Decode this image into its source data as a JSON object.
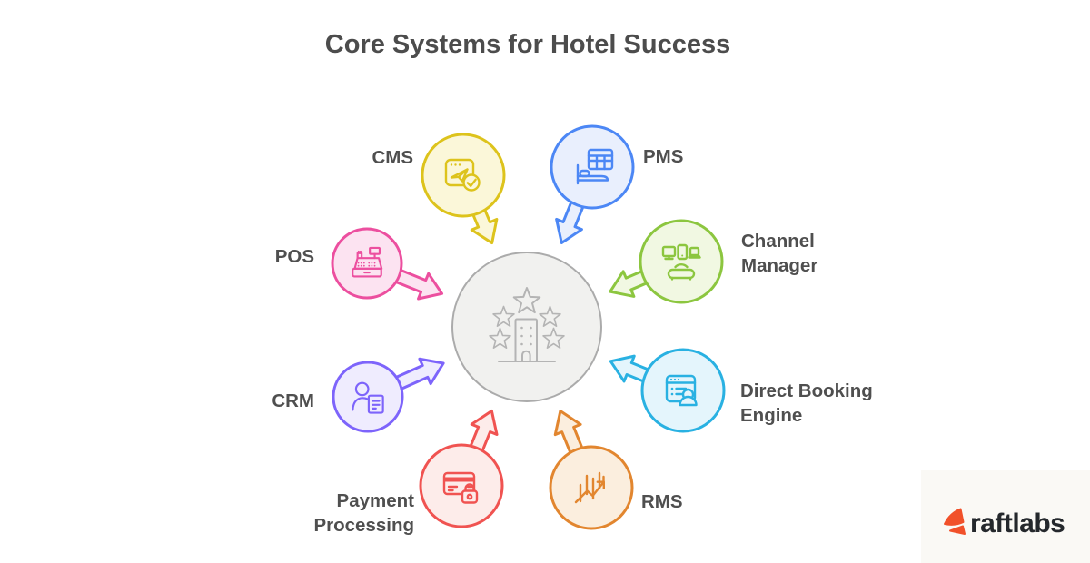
{
  "title": "Core Systems for Hotel Success",
  "colors": {
    "background": "#ffffff",
    "heading_text": "#4c4c4c",
    "label_text": "#4f4f4f"
  },
  "hub": {
    "name": "hotel",
    "icon": "hotel-five-stars-icon",
    "fill": "#f1f1ef",
    "stroke": "#ababab",
    "icon_stroke": "#b4b4b4"
  },
  "nodes": [
    {
      "id": "cms",
      "label": "CMS",
      "lines": [
        "CMS"
      ],
      "icon": "cms-website-publish-check-icon",
      "color": "#ddc31c",
      "fill": "#fbf7d9"
    },
    {
      "id": "pms",
      "label": "PMS",
      "lines": [
        "PMS"
      ],
      "icon": "pms-grid-bed-icon",
      "color": "#4c87f5",
      "fill": "#e9effd"
    },
    {
      "id": "channel-manager",
      "label": "Channel Manager",
      "lines": [
        "Channel",
        "Manager"
      ],
      "icon": "devices-router-icon",
      "color": "#8cc63f",
      "fill": "#f1f8e2"
    },
    {
      "id": "direct-booking-engine",
      "label": "Direct Booking Engine",
      "lines": [
        "Direct Booking",
        "Engine"
      ],
      "icon": "booking-window-user-icon",
      "color": "#29b1e2",
      "fill": "#e4f5fc"
    },
    {
      "id": "rms",
      "label": "RMS",
      "lines": [
        "RMS"
      ],
      "icon": "revenue-trend-chart-icon",
      "color": "#e2862f",
      "fill": "#fbeede"
    },
    {
      "id": "payment-processing",
      "label": "Payment Processing",
      "lines": [
        "Payment",
        "Processing"
      ],
      "icon": "credit-card-lock-icon",
      "color": "#f05351",
      "fill": "#fdecea"
    },
    {
      "id": "crm",
      "label": "CRM",
      "lines": [
        "CRM"
      ],
      "icon": "customer-profile-document-icon",
      "color": "#7d64fb",
      "fill": "#efecfe"
    },
    {
      "id": "pos",
      "label": "POS",
      "lines": [
        "POS"
      ],
      "icon": "cash-register-icon",
      "color": "#ec4f9f",
      "fill": "#fce3f1"
    }
  ],
  "logo": {
    "brand": "raftlabs",
    "mark": "raftlabs-sail-mark",
    "mark_color": "#f1512a",
    "text_color": "#24282c",
    "panel_color": "#faf9f5"
  }
}
